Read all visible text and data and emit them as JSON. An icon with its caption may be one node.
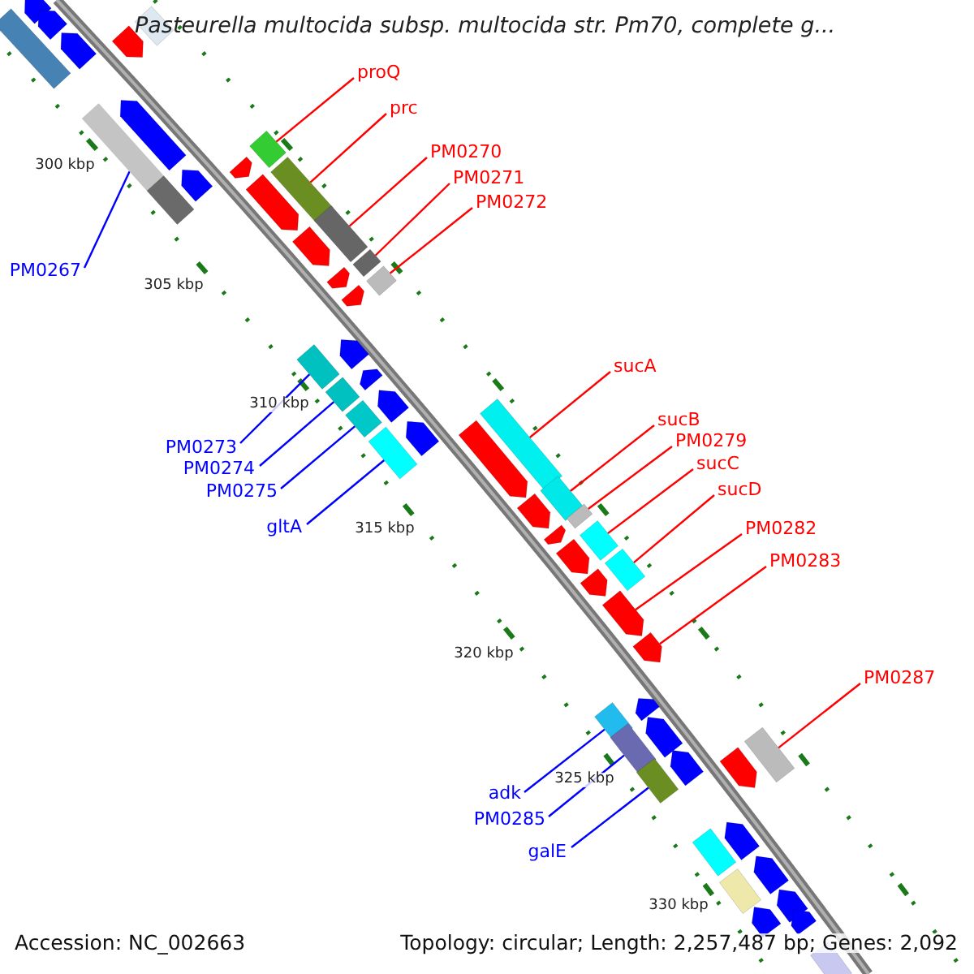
{
  "diagram": {
    "title": "Pasteurella multocida subsp. multocida str. Pm70, complete g...",
    "nodes": [
      {
        "text": [
          "proQ"
        ]
      },
      {
        "text": [],
        "shape": "bar"
      },
      {
        "text": [
          "prc"
        ]
      },
      {
        "text": [],
        "shape": "bar"
      },
      {
        "text": [
          "PM0270"
        ]
      },
      {
        "text": [],
        "shape": "bar"
      },
      {
        "text": [
          "PM0271"
        ]
      },
      {
        "text": [],
        "shape": "bar"
      },
      {
        "text": [
          "PM0272"
        ]
      },
      {
        "text": [],
        "shape": "bar"
      },
      {
        "text": [
          "PM0267"
        ]
      },
      {
        "text": [],
        "shape": "bar"
      },
      {
        "text": [
          "sucA"
        ]
      },
      {
        "text": [],
        "shape": "bar"
      },
      {
        "text": [
          "sucB"
        ]
      },
      {
        "text": [],
        "shape": "bar"
      },
      {
        "text": [
          "PM0279"
        ]
      },
      {
        "text": [],
        "shape": "bar"
      },
      {
        "text": [
          "sucC"
        ]
      },
      {
        "text": [],
        "shape": "bar"
      },
      {
        "text": [
          "sucD"
        ]
      },
      {
        "text": [],
        "shape": "bar"
      },
      {
        "text": [
          "PM0273"
        ]
      },
      {
        "text": [],
        "shape": "bar"
      },
      {
        "text": [
          "PM0274"
        ]
      },
      {
        "text": [],
        "shape": "bar"
      },
      {
        "text": [
          "PM0275"
        ]
      },
      {
        "text": [],
        "shape": "bar"
      },
      {
        "text": [
          "gltA"
        ]
      },
      {
        "text": [],
        "shape": "bar"
      },
      {
        "text": [
          "PM0282"
        ]
      },
      {
        "text": [],
        "shape": "arrow"
      },
      {
        "text": [
          "PM0283"
        ]
      },
      {
        "text": [],
        "shape": "arrow"
      },
      {
        "text": [
          "PM0287"
        ]
      },
      {
        "text": [],
        "shape": "bar"
      },
      {
        "text": [
          "adk"
        ]
      },
      {
        "text": [],
        "shape": "bar"
      },
      {
        "text": [
          "PM0285"
        ]
      },
      {
        "text": [],
        "shape": "bar"
      },
      {
        "text": [
          "galE"
        ]
      },
      {
        "text": [],
        "shape": "bar"
      },
      {
        "text": [],
        "shape": "arrow"
      },
      {
        "text": [],
        "shape": "arrow"
      },
      {
        "text": [],
        "shape": "arrow"
      },
      {
        "text": [],
        "shape": "bar"
      },
      {
        "text": [],
        "shape": "arrow"
      },
      {
        "text": [],
        "shape": "bar"
      },
      {
        "text": [],
        "shape": "arrow"
      },
      {
        "text": [],
        "shape": "arrow"
      },
      {
        "text": [],
        "shape": "arrow"
      },
      {
        "text": [],
        "shape": "arrow"
      },
      {
        "text": [],
        "shape": "arrow"
      },
      {
        "text": [],
        "shape": "arrow"
      },
      {
        "text": [],
        "shape": "arrow"
      },
      {
        "text": [],
        "shape": "arrow"
      },
      {
        "text": [],
        "shape": "arrow"
      },
      {
        "text": [],
        "shape": "arrow"
      },
      {
        "text": [],
        "shape": "arrow"
      },
      {
        "text": [],
        "shape": "arrow"
      },
      {
        "text": [],
        "shape": "arrow"
      },
      {
        "text": [],
        "shape": "arrow"
      },
      {
        "text": [],
        "shape": "arrow"
      },
      {
        "text": [],
        "shape": "arrow"
      },
      {
        "text": [],
        "shape": "arrow"
      },
      {
        "text": [],
        "shape": "arrow"
      },
      {
        "text": [],
        "shape": "arrow"
      },
      {
        "text": [],
        "shape": "arrow"
      },
      {
        "text": [],
        "shape": "bar"
      },
      {
        "text": [],
        "shape": "bar"
      },
      {
        "text": [],
        "shape": "arrow"
      },
      {
        "text": [],
        "shape": "arrow"
      },
      {
        "text": [],
        "shape": "arrow"
      },
      {
        "text": [],
        "shape": "arrow"
      },
      {
        "text": [],
        "shape": "arrow"
      },
      {
        "text": [],
        "shape": "bar"
      }
    ],
    "edges": [
      {
        "from": 0,
        "to": 1,
        "arrow": "none"
      },
      {
        "from": 2,
        "to": 3,
        "arrow": "none"
      },
      {
        "from": 4,
        "to": 5,
        "arrow": "none"
      },
      {
        "from": 6,
        "to": 7,
        "arrow": "none"
      },
      {
        "from": 8,
        "to": 9,
        "arrow": "none"
      },
      {
        "from": 10,
        "to": 11,
        "arrow": "none",
        "color": "#0000ff"
      },
      {
        "from": 12,
        "to": 13,
        "arrow": "none"
      },
      {
        "from": 14,
        "to": 15,
        "arrow": "none"
      },
      {
        "from": 16,
        "to": 17,
        "arrow": "none"
      },
      {
        "from": 18,
        "to": 19,
        "arrow": "none"
      },
      {
        "from": 20,
        "to": 21,
        "arrow": "none"
      },
      {
        "from": 22,
        "to": 23,
        "arrow": "none",
        "color": "#0000ff"
      },
      {
        "from": 24,
        "to": 25,
        "arrow": "none",
        "color": "#0000ff"
      },
      {
        "from": 26,
        "to": 27,
        "arrow": "none",
        "color": "#0000ff"
      },
      {
        "from": 28,
        "to": 29,
        "arrow": "none",
        "color": "#0000ff"
      },
      {
        "from": 30,
        "to": 31,
        "arrow": "none"
      },
      {
        "from": 32,
        "to": 33,
        "arrow": "none"
      },
      {
        "from": 34,
        "to": 35,
        "arrow": "none"
      },
      {
        "from": 36,
        "to": 37,
        "arrow": "none",
        "color": "#0000ff"
      },
      {
        "from": 38,
        "to": 39,
        "arrow": "none",
        "color": "#0000ff"
      },
      {
        "from": 40,
        "to": 41,
        "arrow": "none",
        "color": "#0000ff"
      }
    ],
    "labels": [
      "300 kbp",
      "305 kbp",
      "310 kbp",
      "315 kbp",
      "320 kbp",
      "325 kbp",
      "330 kbp",
      "Accession: NC_002663",
      "Topology: circular; Length: 2,257,487 bp; Genes: 2,092"
    ]
  }
}
